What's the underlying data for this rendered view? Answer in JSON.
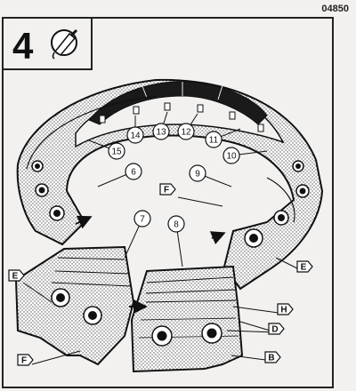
{
  "document_code": "04850",
  "step": {
    "number": "4",
    "glue_icon": "glue-tube-icon"
  },
  "callouts": [
    "6",
    "7",
    "8",
    "9",
    "10",
    "11",
    "12",
    "13",
    "14",
    "15"
  ],
  "letter_labels": [
    "F",
    "E",
    "E",
    "F",
    "H",
    "D",
    "B"
  ]
}
